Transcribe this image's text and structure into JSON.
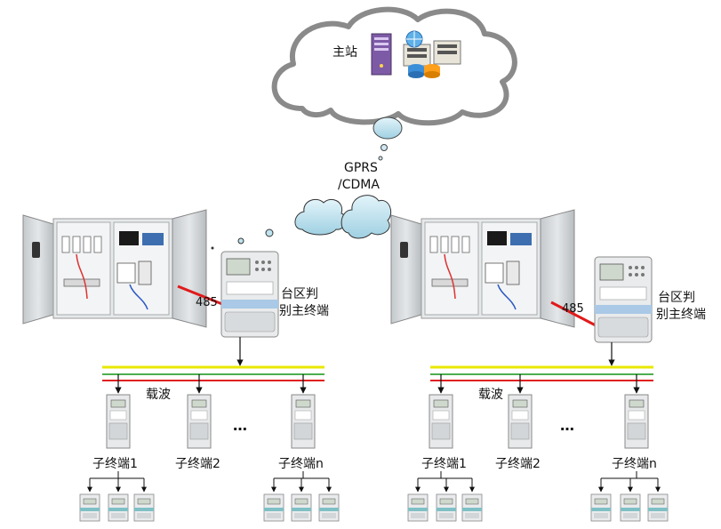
{
  "cloud": {
    "label": "主站",
    "network_label_line1": "GPRS",
    "network_label_line2": "/CDMA"
  },
  "colors": {
    "cloud_fill": "#ffffff",
    "cloud_stroke": "#888888",
    "small_cloud_fill": "#bfe3ef",
    "bus_yellow": "#e8e800",
    "bus_green": "#4caf50",
    "bus_red": "#e02020",
    "rs485_line": "#e01a1a",
    "cabinet_gray": "#d2d6d9"
  },
  "sections": [
    {
      "rs485_label": "485",
      "terminal_label_line1": "台区判",
      "terminal_label_line2": "别主终端",
      "carrier_label": "载波",
      "ellipsis": "…",
      "sub_terminals": [
        "子终端1",
        "子终端2",
        "子终端n"
      ]
    },
    {
      "rs485_label": "485",
      "terminal_label_line1": "台区判",
      "terminal_label_line2": "别主终端",
      "carrier_label": "载波",
      "ellipsis": "…",
      "sub_terminals": [
        "子终端1",
        "子终端2",
        "子终端n"
      ]
    }
  ]
}
